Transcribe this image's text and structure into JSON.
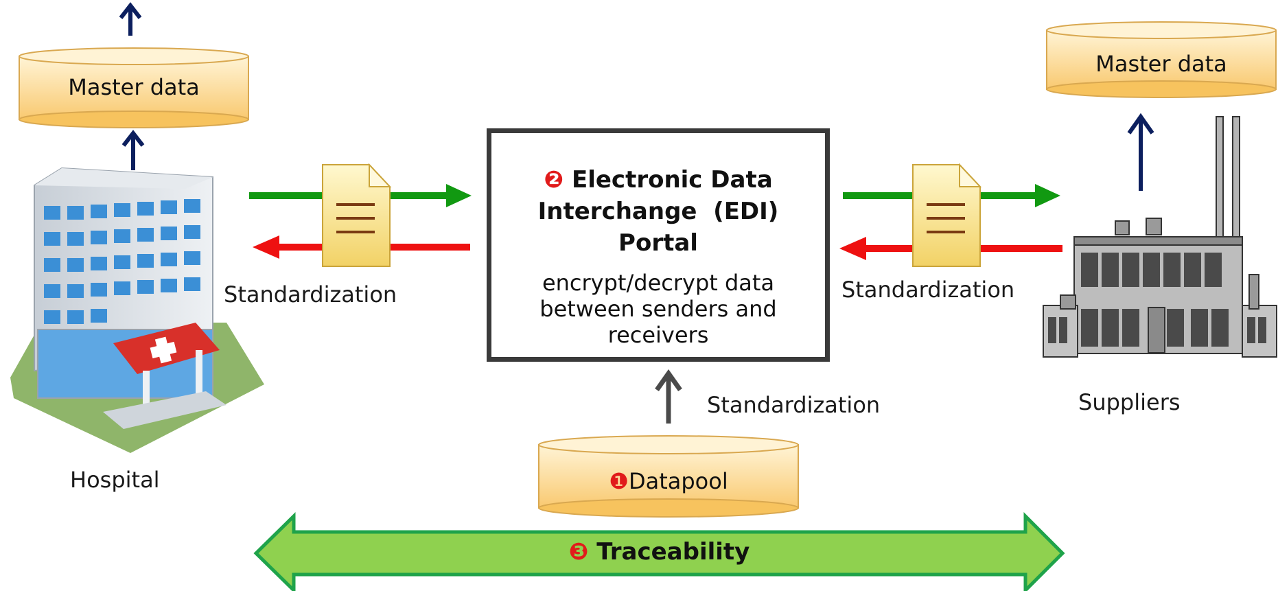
{
  "hospital": {
    "label": "Hospital",
    "master_data": "Master data"
  },
  "suppliers": {
    "label": "Suppliers",
    "master_data": "Master data"
  },
  "edi_portal": {
    "number": "❷",
    "title_line1": "Electronic Data",
    "title_line2": "Interchange  (EDI)",
    "title_line3": "Portal",
    "desc_line1": "encrypt/decrypt data",
    "desc_line2": "between senders and",
    "desc_line3": "receivers"
  },
  "datapool": {
    "number": "❶",
    "label": "Datapool"
  },
  "traceability": {
    "number": "❸",
    "label": "Traceability"
  },
  "standardization_left": "Standardization",
  "standardization_right": "Standardization",
  "standardization_bottom": "Standardization",
  "colors": {
    "green_arrow": "#119911",
    "red_arrow": "#ee1111",
    "navy_arrow": "#0c1f5e",
    "gray_arrow": "#4a4a4a",
    "cylinder_fill": "#fde3a8",
    "trace_fill": "#8fd14f",
    "trace_border": "#1fa34a"
  },
  "icons": [
    "hospital-building-icon",
    "factory-icon",
    "document-icon"
  ]
}
